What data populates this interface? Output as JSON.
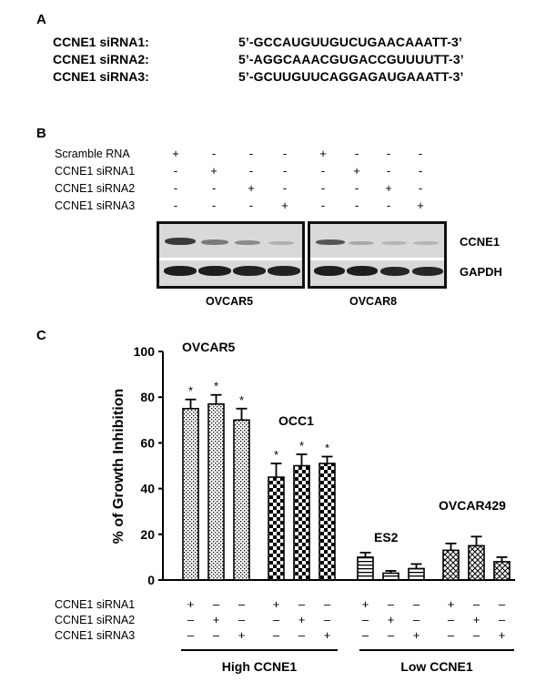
{
  "panel_a": {
    "letter": "A",
    "sequences": [
      {
        "name": "CCNE1 siRNA1:",
        "seq": "5’-GCCAUGUUGUCUGAACAAATT-3’"
      },
      {
        "name": "CCNE1 siRNA2:",
        "seq": "5’-AGGCAAACGUGACCGUUUUTT-3’"
      },
      {
        "name": "CCNE1 siRNA3:",
        "seq": "5’-GCUUGUUCAGGAGAUGAAATT-3’"
      }
    ]
  },
  "panel_b": {
    "letter": "B",
    "rows": [
      {
        "label": "Scramble RNA",
        "signs": [
          "+",
          "-",
          "-",
          "-",
          "+",
          "-",
          "-",
          "-"
        ]
      },
      {
        "label": "CCNE1 siRNA1",
        "signs": [
          "-",
          "+",
          "-",
          "-",
          "-",
          "+",
          "-",
          "-"
        ]
      },
      {
        "label": "CCNE1 siRNA2",
        "signs": [
          "-",
          "-",
          "+",
          "-",
          "-",
          "-",
          "+",
          "-"
        ]
      },
      {
        "label": "CCNE1 siRNA3",
        "signs": [
          "-",
          "-",
          "-",
          "+",
          "-",
          "-",
          "-",
          "+"
        ]
      }
    ],
    "band_labels": {
      "top": "CCNE1",
      "bottom": "GAPDH"
    },
    "cell_lines": [
      "OVCAR5",
      "OVCAR8"
    ]
  },
  "panel_c": {
    "letter": "C",
    "legend_rows": [
      {
        "label": "CCNE1 siRNA1",
        "signs": [
          "+",
          "–",
          "–",
          "+",
          "–",
          "–",
          "+",
          "–",
          "–",
          "+",
          "–",
          "–"
        ]
      },
      {
        "label": "CCNE1 siRNA2",
        "signs": [
          "–",
          "+",
          "–",
          "–",
          "+",
          "–",
          "–",
          "+",
          "–",
          "–",
          "+",
          "–"
        ]
      },
      {
        "label": "CCNE1 siRNA3",
        "signs": [
          "–",
          "–",
          "+",
          "–",
          "–",
          "+",
          "–",
          "–",
          "+",
          "–",
          "–",
          "+"
        ]
      }
    ],
    "brackets": [
      "High CCNE1",
      "Low CCNE1"
    ]
  },
  "chart_data": {
    "type": "bar",
    "ylabel": "% of Growth Inhibition",
    "ylim": [
      0,
      100
    ],
    "yticks": [
      0,
      20,
      40,
      60,
      80,
      100
    ],
    "groups": [
      {
        "name": "OVCAR5",
        "values": [
          75,
          77,
          70
        ],
        "errors": [
          4,
          4,
          5
        ],
        "significant": [
          true,
          true,
          true
        ],
        "pattern": "dots"
      },
      {
        "name": "OCC1",
        "values": [
          45,
          50,
          51
        ],
        "errors": [
          6,
          5,
          3
        ],
        "significant": [
          true,
          true,
          true
        ],
        "pattern": "checker"
      },
      {
        "name": "ES2",
        "values": [
          10,
          3,
          5
        ],
        "errors": [
          2,
          1,
          2
        ],
        "significant": [
          false,
          false,
          false
        ],
        "pattern": "hlines"
      },
      {
        "name": "OVCAR429",
        "values": [
          13,
          15,
          8
        ],
        "errors": [
          3,
          4,
          2
        ],
        "significant": [
          false,
          false,
          false
        ],
        "pattern": "crosshatch"
      }
    ],
    "significance_marker": "*"
  }
}
